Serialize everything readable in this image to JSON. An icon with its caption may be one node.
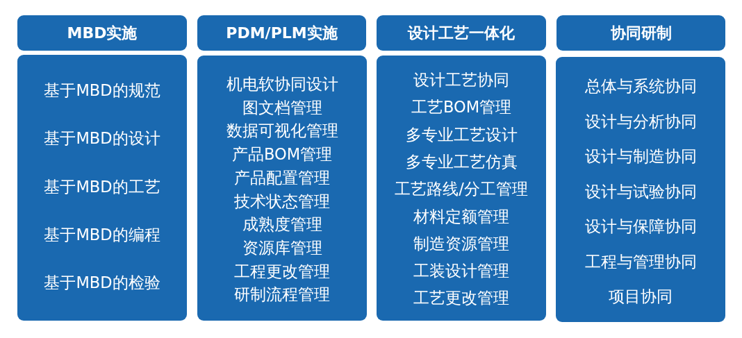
{
  "diagram": {
    "nodes": [
      {
        "text": [
          "MBD实施"
        ]
      },
      {
        "text": [
          "基于MBD的规范",
          "基于MBD的设计",
          "基于MBD的工艺",
          "基于MBD的编程",
          "基于MBD的检验"
        ]
      },
      {
        "text": [
          "PDM/PLM实施"
        ]
      },
      {
        "text": [
          "机电软协同设计",
          "图文档管理",
          "数据可视化管理",
          "产品BOM管理",
          "产品配置管理",
          "技术状态管理",
          "成熟度管理",
          "资源库管理",
          "工程更改管理",
          "研制流程管理"
        ]
      },
      {
        "text": [
          "设计工艺一体化"
        ]
      },
      {
        "text": [
          "设计工艺协同",
          "工艺BOM管理",
          "多专业工艺设计",
          "多专业工艺仿真",
          "工艺路线/分工管理",
          "材料定额管理",
          "制造资源管理",
          "工装设计管理",
          "工艺更改管理"
        ]
      },
      {
        "text": [
          "协同研制"
        ]
      },
      {
        "text": [
          "总体与系统协同",
          "设计与分析协同",
          "设计与制造协同",
          "设计与试验协同",
          "设计与保障协同",
          "工程与管理协同",
          "项目协同"
        ]
      }
    ]
  }
}
